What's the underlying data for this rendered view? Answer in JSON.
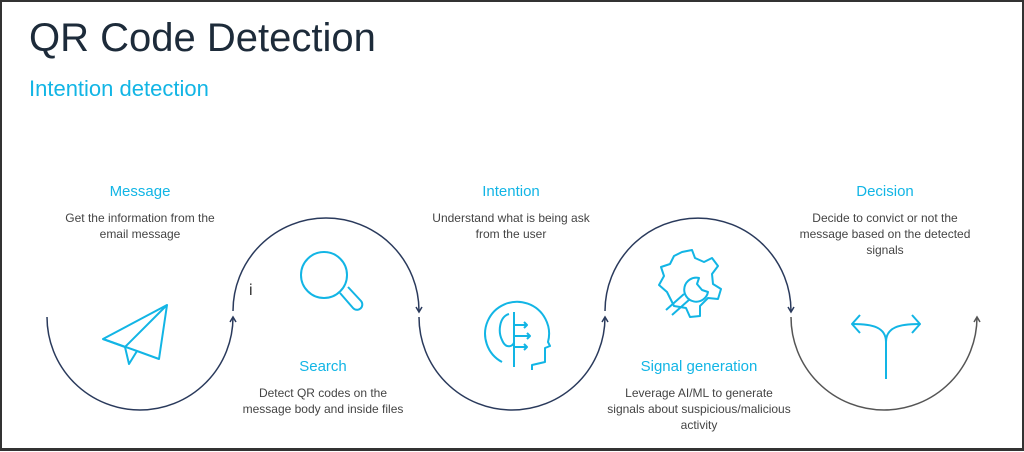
{
  "title": "QR Code Detection",
  "subtitle": "Intention detection",
  "stray_char": "i",
  "steps": [
    {
      "title": "Message",
      "desc": "Get the information from the email message",
      "icon": "paper-plane-icon"
    },
    {
      "title": "Search",
      "desc": "Detect QR codes on the message body and inside files",
      "icon": "magnifier-icon"
    },
    {
      "title": "Intention",
      "desc": "Understand what is being ask from the user",
      "icon": "brain-head-icon"
    },
    {
      "title": "Signal generation",
      "desc": "Leverage AI/ML to generate signals about suspicious/malicious activity",
      "icon": "gear-wrench-icon"
    },
    {
      "title": "Decision",
      "desc": "Decide to convict or not the message based on the detected signals",
      "icon": "split-arrows-icon"
    }
  ],
  "colors": {
    "accent": "#12b5e5",
    "line": "#2a3a5c",
    "text": "#444444"
  }
}
